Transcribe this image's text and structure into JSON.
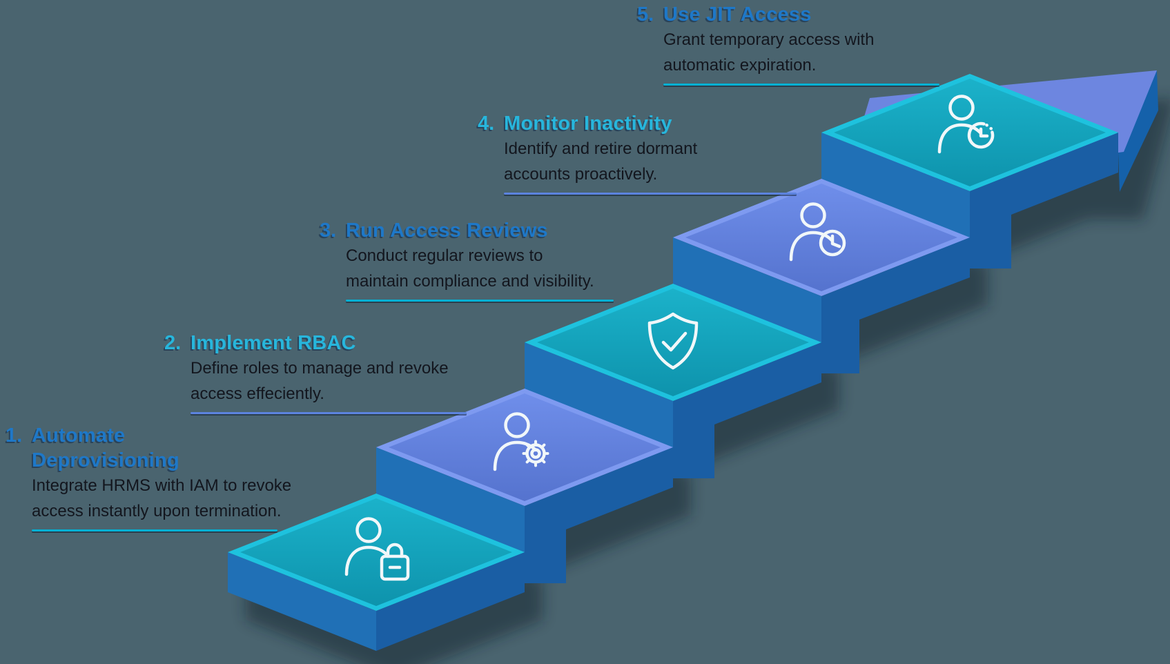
{
  "title": "5-step access management staircase infographic",
  "background_color": "#4A646F",
  "steps": [
    {
      "number": "1.",
      "title": "Automate Deprovisioning",
      "title_lines": [
        "Automate",
        "Deprovisioning"
      ],
      "description_lines": [
        "Integrate HRMS with IAM to revoke",
        "access instantly upon termination."
      ],
      "title_color": "#1E78C8",
      "underline_color": "#00B1D4",
      "icon": "person-lock-icon",
      "platform_color": "teal"
    },
    {
      "number": "2.",
      "title": "Implement RBAC",
      "title_lines": [
        "Implement RBAC"
      ],
      "description_lines": [
        "Define roles to manage and revoke",
        "access effeciently."
      ],
      "title_color": "#27B6DC",
      "underline_color": "#5C83DE",
      "icon": "person-gear-icon",
      "platform_color": "periwinkle"
    },
    {
      "number": "3.",
      "title": "Run Access Reviews",
      "title_lines": [
        "Run Access Reviews"
      ],
      "description_lines": [
        "Conduct regular reviews to",
        "maintain compliance and visibility."
      ],
      "title_color": "#1E78C8",
      "underline_color": "#00B1D4",
      "icon": "shield-check-icon",
      "platform_color": "teal"
    },
    {
      "number": "4.",
      "title": "Monitor Inactivity",
      "title_lines": [
        "Monitor Inactivity"
      ],
      "description_lines": [
        "Identify and retire dormant",
        "accounts proactively."
      ],
      "title_color": "#27B6DC",
      "underline_color": "#5C83DE",
      "icon": "person-clock-icon",
      "platform_color": "periwinkle"
    },
    {
      "number": "5.",
      "title": "Use JIT Access",
      "title_lines": [
        "Use JIT Access"
      ],
      "description_lines": [
        "Grant temporary access with",
        "automatic expiration."
      ],
      "title_color": "#1E78C8",
      "underline_color": "#00B1D4",
      "icon": "person-timer-icon",
      "platform_color": "teal"
    }
  ],
  "colors": {
    "teal_platform_rim": "#1EC2DE",
    "teal_platform_face": "#14A6BE",
    "periwinkle_platform_rim": "#7E9AF0",
    "periwinkle_platform_face": "#6384DE",
    "platform_side_left": "#2070B6",
    "platform_side_right": "#1A5EA4",
    "arrow_top": "#6D86E0",
    "arrow_side": "#1561AA",
    "icon_stroke": "#F1F7F9",
    "description_text": "#13161E"
  }
}
